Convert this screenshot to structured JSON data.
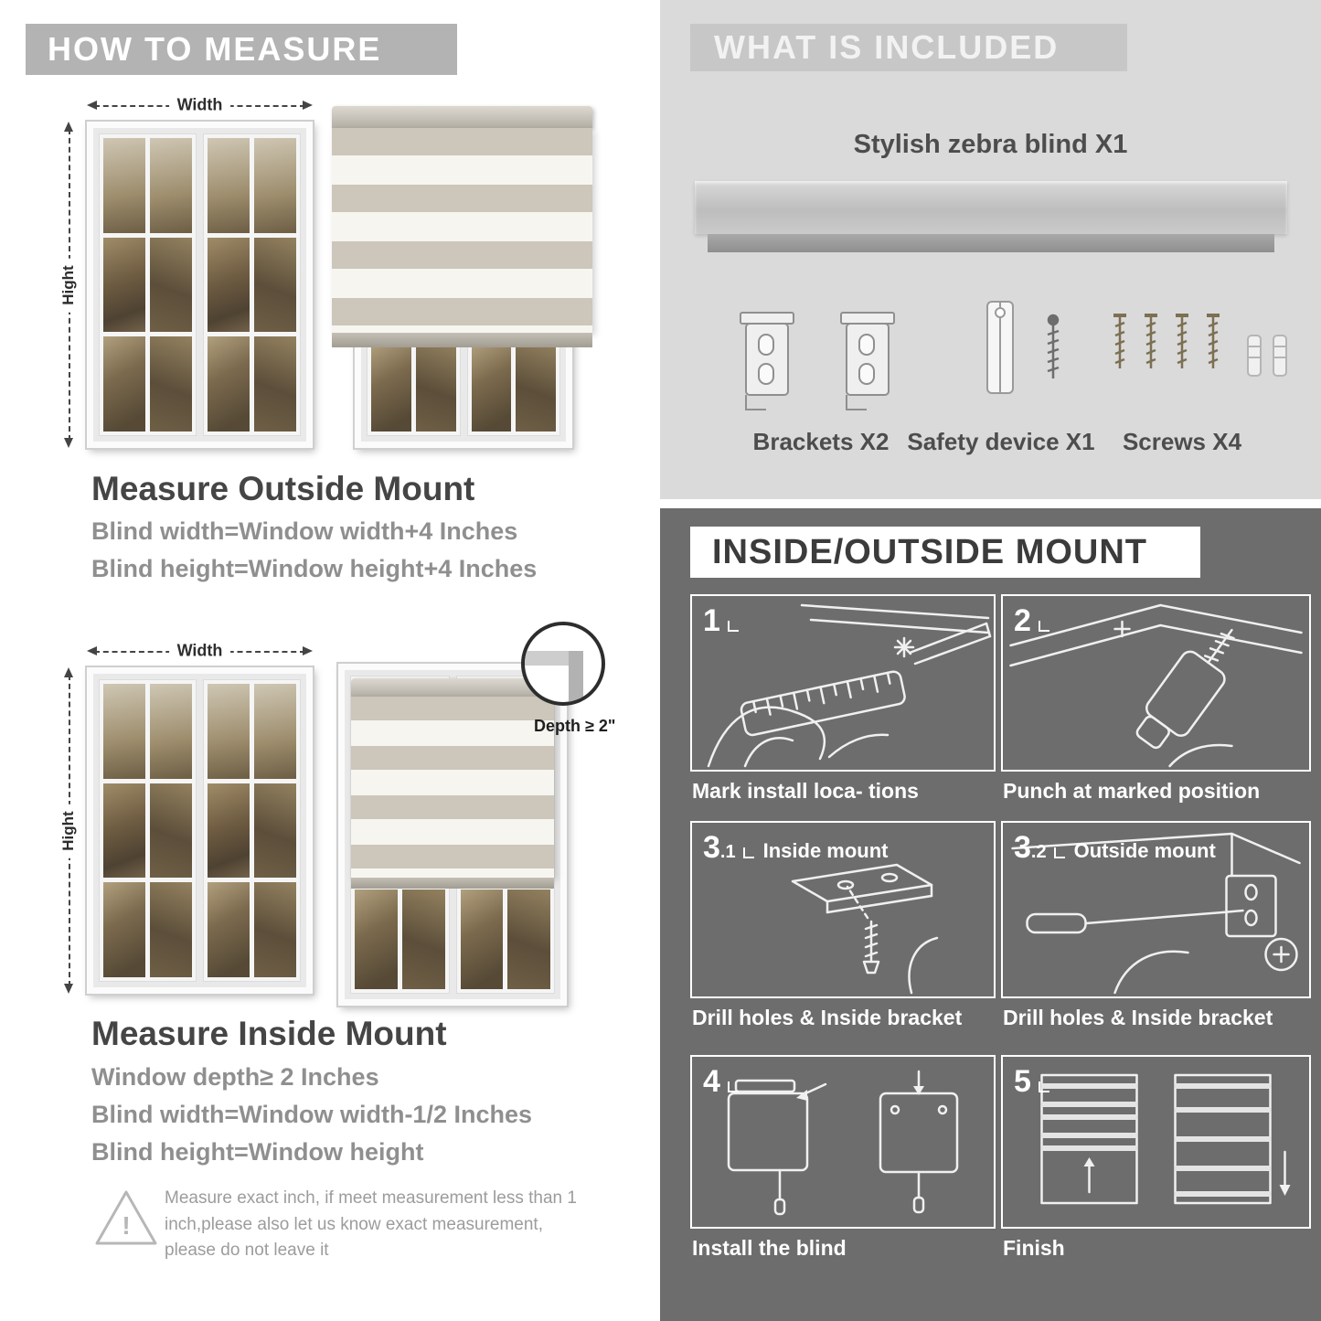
{
  "left": {
    "header": "HOW TO MEASURE",
    "labels": {
      "width": "Width",
      "height": "Hight",
      "depth": "Depth ≥ 2\""
    },
    "outside": {
      "title": "Measure Outside Mount",
      "line1": "Blind width=Window width+4 Inches",
      "line2": "Blind height=Window height+4 Inches"
    },
    "inside": {
      "title": "Measure Inside Mount",
      "line1": "Window depth≥ 2 Inches",
      "line2": "Blind width=Window width-1/2 Inches",
      "line3": "Blind height=Window height"
    },
    "warning": "Measure exact inch, if meet measurement less than 1 inch,please also let us know exact measurement, please do not leave it"
  },
  "right": {
    "included": {
      "header": "WHAT IS INCLUDED",
      "blind_label": "Stylish zebra blind X1",
      "items": [
        {
          "label": "Brackets X2",
          "icon": "brackets-icon"
        },
        {
          "label": "Safety device X1",
          "icon": "safety-device-icon"
        },
        {
          "label": "Screws X4",
          "icon": "screws-icon"
        }
      ]
    },
    "mount": {
      "header": "INSIDE/OUTSIDE MOUNT",
      "steps": [
        {
          "num": "1",
          "sub": "",
          "label": "",
          "caption": "Mark install loca- tions"
        },
        {
          "num": "2",
          "sub": "",
          "label": "",
          "caption": "Punch at  marked position"
        },
        {
          "num": "3",
          "sub": ".1",
          "label": "Inside mount",
          "caption": "Drill holes &  Inside bracket"
        },
        {
          "num": "3",
          "sub": ".2",
          "label": "Outside mount",
          "caption": "Drill holes &  Inside bracket"
        },
        {
          "num": "4",
          "sub": "",
          "label": "",
          "caption": "Install the blind"
        },
        {
          "num": "5",
          "sub": "",
          "label": "",
          "caption": "Finish"
        }
      ]
    }
  },
  "colors": {
    "left_banner": "#b3b3b3",
    "included_bg": "#dadada",
    "included_banner": "#c7c7c7",
    "mount_bg": "#6d6d6d",
    "heading_text": "#454545",
    "body_text": "#8f8f8f"
  }
}
